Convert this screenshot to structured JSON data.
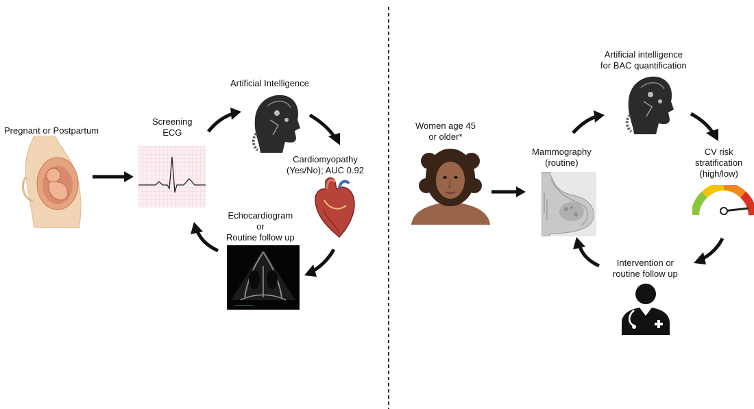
{
  "left_panel": {
    "pregnant_label": "Pregnant or Postpartum",
    "ecg_label": [
      "Screening",
      "ECG"
    ],
    "ai_label": "Artificial Intelligence",
    "cardio_label": [
      "Cardiomyopathy",
      "(Yes/No); AUC 0.92"
    ],
    "echo_label": [
      "Echocardiogram",
      "or",
      "Routine follow up"
    ]
  },
  "right_panel": {
    "women_label": [
      "Women age 45",
      "or older*"
    ],
    "mammo_label": [
      "Mammography",
      "(routine)"
    ],
    "ai_label": [
      "Artificial intelligence",
      "for BAC quantification"
    ],
    "cv_label": [
      "CV risk",
      "stratification",
      "(high/low)"
    ],
    "intervention_label": [
      "Intervention or",
      "routine follow up"
    ]
  },
  "colors": {
    "arrow": "#111111",
    "divider": "#333333",
    "ecg_grid": "#f3c9d2",
    "gauge_green": "#8cc63f",
    "gauge_yellow": "#f5c400",
    "gauge_orange": "#f08a1c",
    "gauge_red": "#d9321f"
  },
  "icons": [
    "pregnant-figure-icon",
    "ecg-strip-icon",
    "ai-robot-head-icon",
    "heart-icon",
    "echocardiogram-image-icon",
    "woman-face-icon",
    "mammogram-icon",
    "risk-gauge-icon",
    "doctor-icon"
  ]
}
